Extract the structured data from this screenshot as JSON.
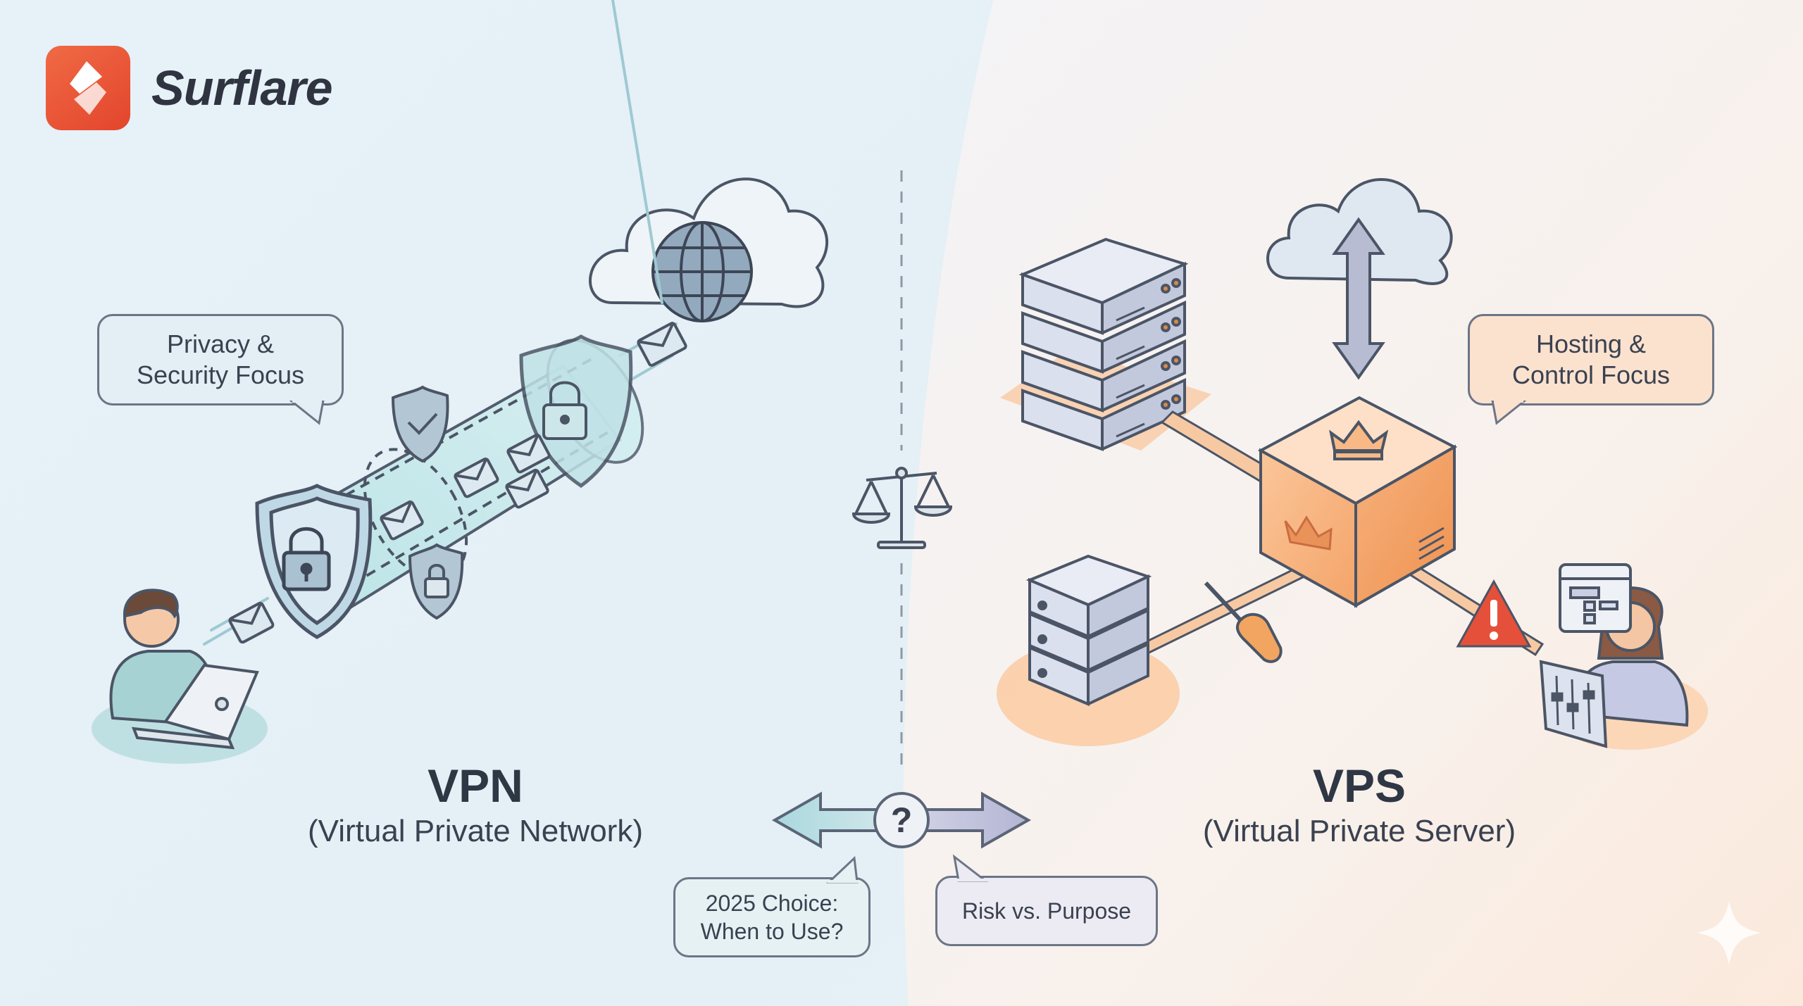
{
  "brand": {
    "name": "Surflare",
    "color": "#e8502f"
  },
  "left": {
    "bubble": [
      "Privacy &",
      "Security Focus"
    ],
    "title": "VPN",
    "subtitle": "(Virtual Private Network)"
  },
  "right": {
    "bubble": [
      "Hosting &",
      "Control Focus"
    ],
    "title": "VPS",
    "subtitle": "(Virtual Private Server)"
  },
  "center": {
    "question": "?",
    "choice_bubble": [
      "2025 Choice:",
      "When to Use?"
    ],
    "risk_bubble": "Risk vs. Purpose"
  },
  "icons": [
    "globe-icon",
    "cloud-icon",
    "shield-icon",
    "lock-icon",
    "envelope-icon",
    "scale-icon",
    "server-icon",
    "crown-icon",
    "screwdriver-icon",
    "warning-icon",
    "control-panel-icon",
    "person-icon",
    "laptop-icon",
    "sparkle-icon"
  ]
}
